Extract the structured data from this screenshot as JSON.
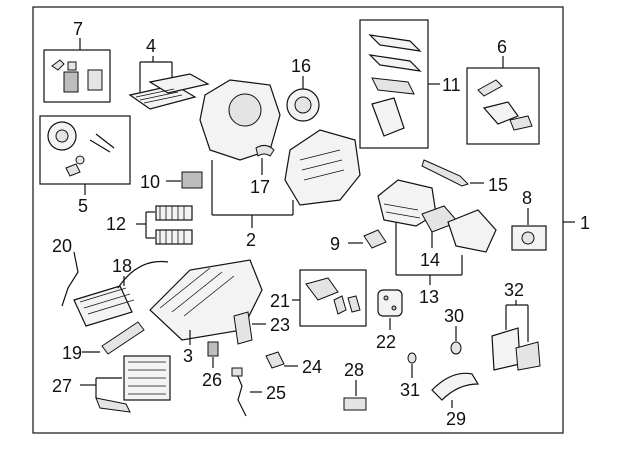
{
  "callouts": {
    "c1": "1",
    "c2": "2",
    "c3": "3",
    "c4": "4",
    "c5": "5",
    "c6": "6",
    "c7": "7",
    "c8": "8",
    "c9": "9",
    "c10": "10",
    "c11": "11",
    "c12": "12",
    "c13": "13",
    "c14": "14",
    "c15": "15",
    "c16": "16",
    "c17": "17",
    "c18": "18",
    "c19": "19",
    "c20": "20",
    "c21": "21",
    "c22": "22",
    "c23": "23",
    "c24": "24",
    "c25": "25",
    "c26": "26",
    "c27": "27",
    "c28": "28",
    "c29": "29",
    "c30": "30",
    "c31": "31",
    "c32": "32"
  },
  "colors": {
    "line": "#111111",
    "background": "#ffffff"
  }
}
